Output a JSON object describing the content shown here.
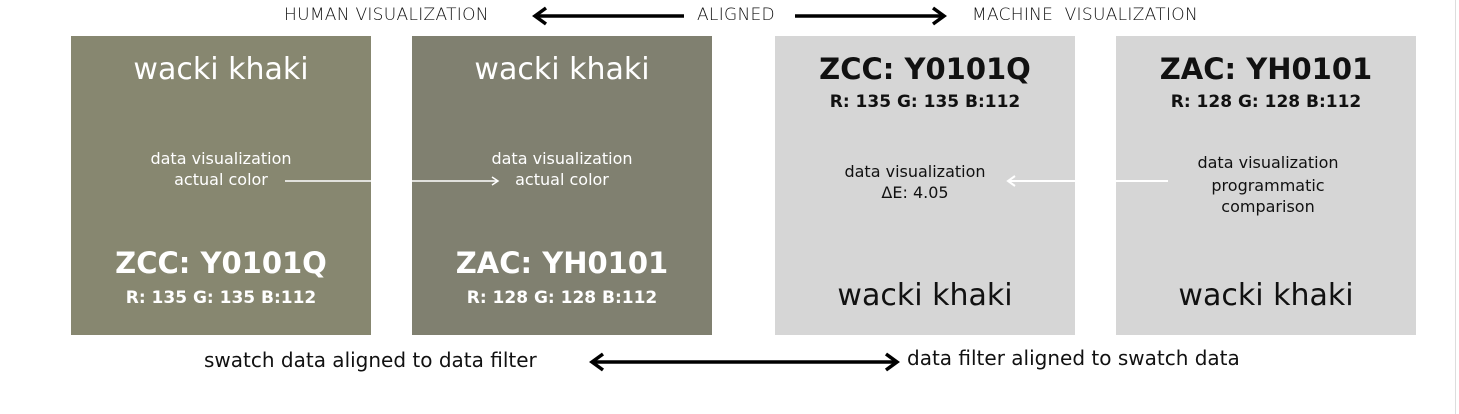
{
  "header": {
    "left": "HUMAN VISUALIZATION",
    "center": "ALIGNED",
    "right": "MACHINE  VISUALIZATION"
  },
  "swatches": [
    {
      "name": "wacki khaki",
      "code": "ZCC: Y0101Q",
      "rgb": "R: 135 G: 135 B:112",
      "note1": "data visualization",
      "note2": "actual color",
      "color": "#878770"
    },
    {
      "name": "wacki khaki",
      "code": "ZAC: YH0101",
      "rgb": "R: 128 G: 128 B:112",
      "note1": "data visualization",
      "note2": "actual color",
      "color": "#808070"
    },
    {
      "name": "wacki khaki",
      "code": "ZCC: Y0101Q",
      "rgb": "R: 135 G: 135 B:112",
      "note1": "data visualization",
      "note2": "ΔE: 4.05",
      "color": "#d6d6d6"
    },
    {
      "name": "wacki khaki",
      "code": "ZAC: YH0101",
      "rgb": "R: 128 G: 128 B:112",
      "note1": "data visualization",
      "note2": "programmatic",
      "note3": "comparison",
      "color": "#d6d6d6"
    }
  ],
  "footer": {
    "left": "swatch data aligned to data filter",
    "right": "data filter aligned to swatch data"
  }
}
